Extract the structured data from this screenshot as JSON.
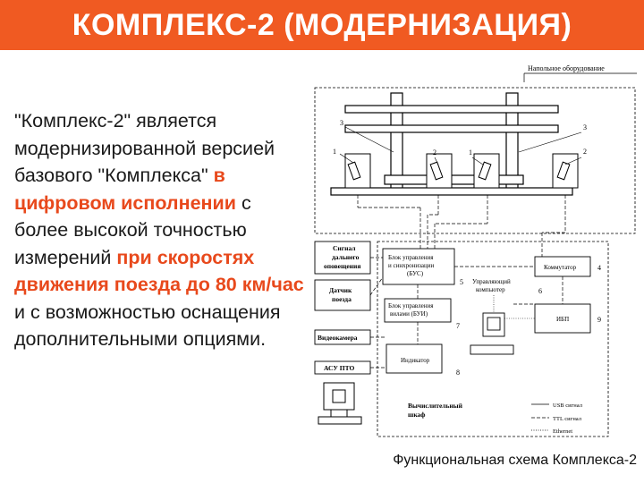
{
  "title": "КОМПЛЕКС-2 (МОДЕРНИЗАЦИЯ)",
  "description": {
    "part1": "\"Комплекс-2\" является модернизированной версией базового \"Комплекса\" ",
    "hl1": "в цифровом исполнении",
    "part2": " с более высокой точностью измерений ",
    "hl2": "при скоростях движения поезда до 80 км/час",
    "part3": " и с возможностью оснащения дополнительными опциями."
  },
  "diagram": {
    "header": "Напольное оборудование",
    "callouts": [
      "1",
      "2",
      "3",
      "4",
      "5",
      "6",
      "7",
      "8",
      "9"
    ],
    "blocks": {
      "alarm_line1": "Сигнал",
      "alarm_line2": "дальнего",
      "alarm_line3": "оповещения",
      "sensor_line1": "Датчик",
      "sensor_line2": "поезда",
      "camera": "Видеокамера",
      "asu": "АСУ ПТО",
      "bus_line1": "Блок управления",
      "bus_line2": "и синхронизации",
      "bus_line3": "(БУС)",
      "buv_line1": "Блок управления",
      "buv_line2": "вилами (БУИ)",
      "computer_line1": "Управляющий",
      "computer_line2": "компьютер",
      "indicator": "Индикатор",
      "switch": "Коммутатор",
      "ibp": "ИБП",
      "cabinet_line1": "Вычислительный",
      "cabinet_line2": "шкаф"
    },
    "legend": [
      "USB сигнал",
      "TTL сигнал",
      "Ethernet"
    ]
  },
  "caption": "Функциональная схема Комплекса-2"
}
